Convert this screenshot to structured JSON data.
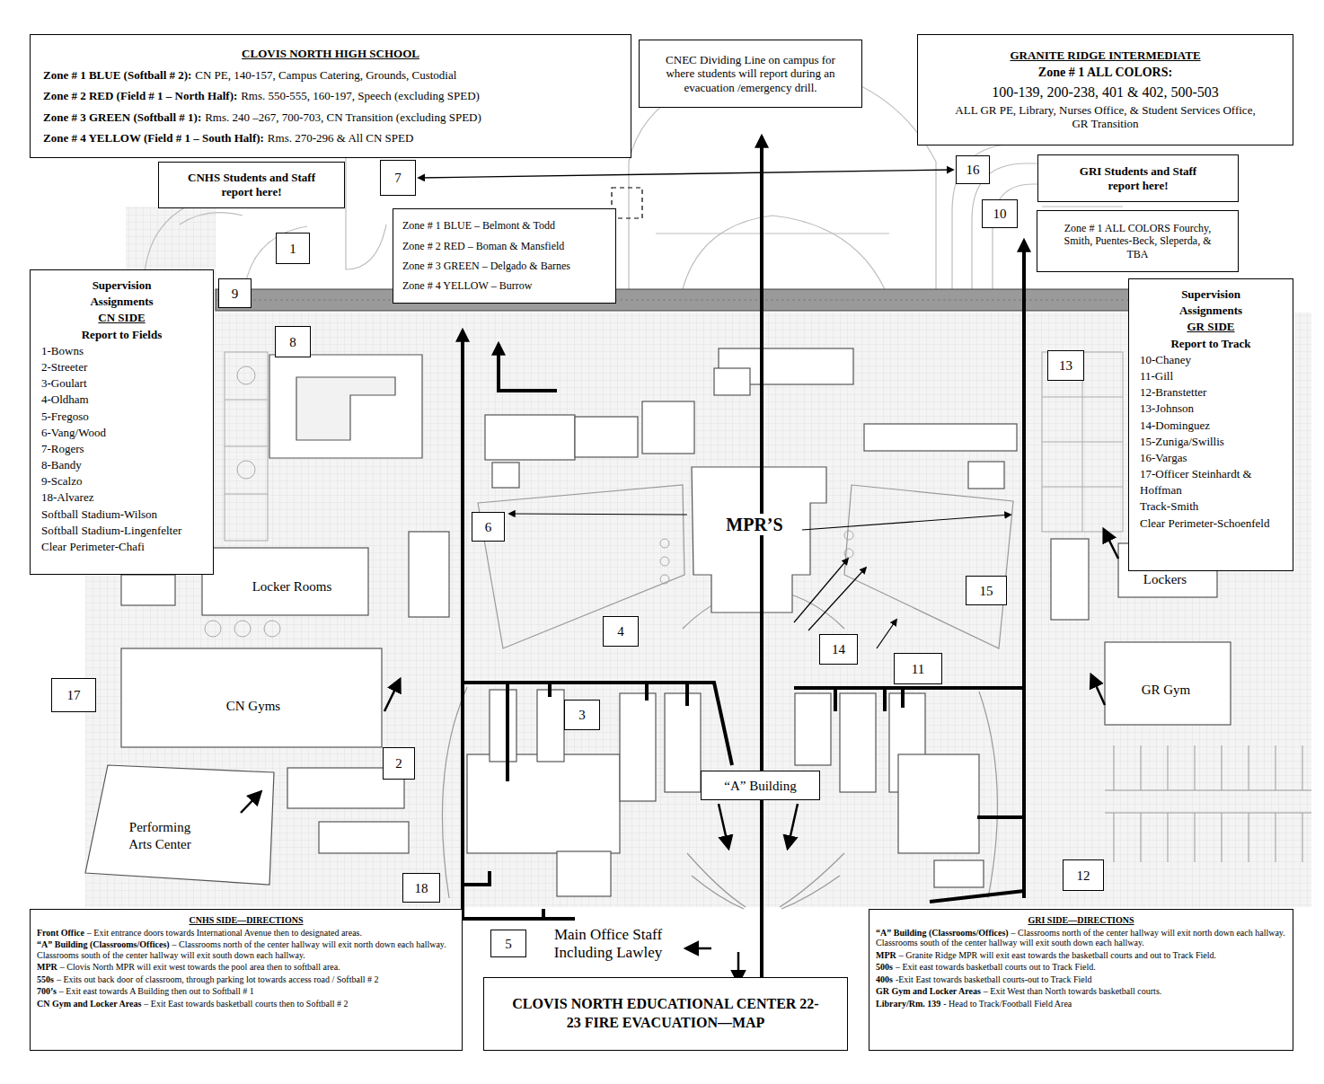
{
  "diagram": {
    "title": "CLOVIS NORTH EDUCATIONAL CENTER 22-23 FIRE EVACUATION—MAP",
    "nodes": [
      {
        "text": [
          "CLOVIS NORTH HIGH SCHOOL",
          "Zone # 1 BLUE (Softball # 2):",
          "CN PE, 140-157, Campus Catering, Grounds, Custodial",
          "Zone # 2 RED (Field # 1 – North Half):",
          "Rms. 550-555, 160-197, Speech (excluding SPED)",
          "Zone # 3 GREEN (Softball # 1):",
          "Rms. 240 –267, 700-703, CN Transition (excluding SPED)",
          "Zone # 4 YELLOW (Field # 1 – South Half):",
          "Rms. 270-296 & All CN SPED"
        ]
      },
      {
        "text": [
          "CNEC Dividing Line on campus for where students will report during an evacuation /emergency drill."
        ]
      },
      {
        "text": [
          "GRANITE RIDGE INTERMEDIATE",
          "Zone # 1 ALL COLORS:",
          "100-139, 200-238, 401 & 402, 500-503",
          "ALL GR PE, Library, Nurses Office, & Student Services Office, GR Transition"
        ]
      },
      {
        "text": [
          "CNHS Students and Staff report here!"
        ]
      },
      {
        "text": [
          "7"
        ]
      },
      {
        "text": [
          "16"
        ]
      },
      {
        "text": [
          "GRI Students and Staff report here!"
        ]
      },
      {
        "text": [
          "Zone # 1 BLUE – Belmont & Todd",
          "Zone # 2 RED – Boman & Mansfield",
          "Zone # 3 GREEN – Delgado & Barnes",
          "Zone # 4 YELLOW – Burrow"
        ]
      },
      {
        "text": [
          "1"
        ]
      },
      {
        "text": [
          "10"
        ]
      },
      {
        "text": [
          "Zone # 1 ALL COLORS Fourchy, Smith, Puentes-Beck, Sleperda, & TBA"
        ]
      },
      {
        "text": [
          "Supervision Assignments",
          "CN SIDE",
          "Report to Fields",
          "1-Bowns",
          "2-Streeter",
          "3-Goulart",
          "4-Oldham",
          "5-Fregoso",
          "6-Vang/Wood",
          "7-Rogers",
          "8-Bandy",
          "9-Scalzo",
          "18-Alvarez",
          "Softball Stadium-Wilson",
          "Softball Stadium-Lingenfelter",
          "Clear Perimeter-Chafi"
        ]
      },
      {
        "text": [
          "9"
        ]
      },
      {
        "text": [
          "8"
        ]
      },
      {
        "text": [
          "13"
        ]
      },
      {
        "text": [
          "Supervision Assignments",
          "GR SIDE",
          "Report to Track",
          "10-Chaney",
          "11-Gill",
          "12-Branstetter",
          "13-Johnson",
          "14-Dominguez",
          "15-Zuniga/Swillis",
          "16-Vargas",
          "17-Officer Steinhardt & Hoffman",
          "Track-Smith",
          "Clear Perimeter-Schoenfeld"
        ]
      },
      {
        "text": [
          "6"
        ]
      },
      {
        "text": [
          "15"
        ]
      },
      {
        "text": [
          "4"
        ]
      },
      {
        "text": [
          "14"
        ]
      },
      {
        "text": [
          "11"
        ]
      },
      {
        "text": [
          "17"
        ]
      },
      {
        "text": [
          "3"
        ]
      },
      {
        "text": [
          "“A” Building"
        ]
      },
      {
        "text": [
          "2"
        ]
      },
      {
        "text": [
          "12"
        ]
      },
      {
        "text": [
          "18"
        ]
      },
      {
        "text": [
          "5"
        ]
      },
      {
        "text": [
          "CNHS SIDE—DIRECTIONS",
          "Front Office",
          "– Exit entrance doors towards International Avenue then to designated areas.",
          "“A” Building (Classrooms/Offices)",
          "– Classrooms north of the center hallway will exit north down each hallway.  Classrooms south of the center hallway will exit south down each hallway.",
          "MPR",
          "– Clovis North MPR will exit west towards the pool area then to softball area.",
          "550s",
          "– Exits out back door of classroom, through parking lot towards access road / Softball # 2",
          "700’s",
          "– Exit east towards A Building then out to Softball # 1",
          "CN Gym and Locker Areas",
          "– Exit East towards basketball courts then to Softball # 2"
        ]
      },
      {
        "text": [
          "GRI SIDE—DIRECTIONS",
          "“A” Building (Classrooms/Offices)",
          "– Classrooms north of the center hallway will exit north down each hallway.  Classrooms south of the center hallway will exit south down each hallway.",
          "MPR",
          "– Granite Ridge MPR will exit east towards the basketball courts and out to Track Field.",
          "500s",
          "– Exit east towards basketball courts out to Track Field.",
          "400s",
          "-Exit East towards basketball courts-out to Track Field",
          "GR Gym and Locker Areas",
          "– Exit West than North towards basketball courts.",
          "Library/Rm. 139",
          "- Head to Track/Football Field Area"
        ]
      }
    ],
    "edges": [
      {
        "from": 4,
        "to": 5,
        "arrow": "both"
      }
    ],
    "labels": [
      "MPR’S",
      "Locker Rooms",
      "CN Gyms",
      "Performing Arts Center",
      "Lockers",
      "GR Gym",
      "Main Office Staff Including Lawley"
    ]
  }
}
